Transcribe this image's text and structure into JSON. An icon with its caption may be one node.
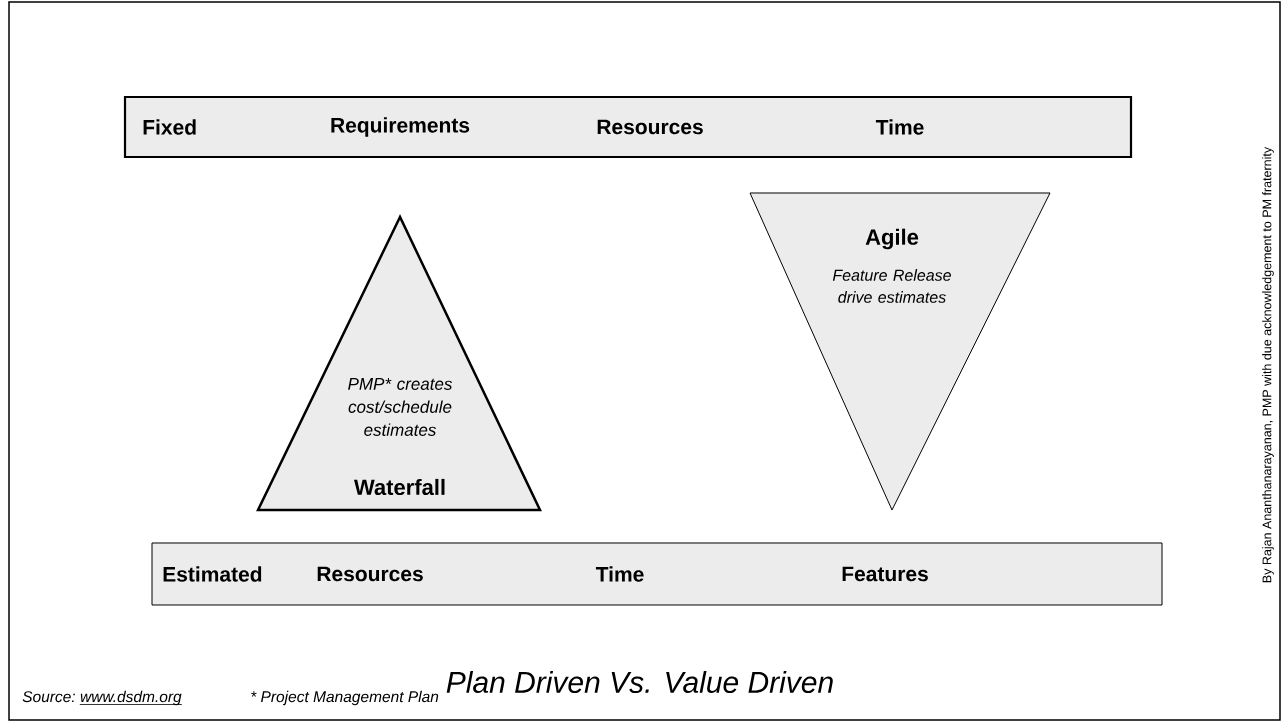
{
  "diagram": {
    "caption": "Plan Driven Vs. Value Driven",
    "nodes": [
      {
        "text": [
          "Fixed",
          "Requirements",
          "Resources",
          "Time"
        ]
      },
      {
        "text": [
          "PMP* creates cost/schedule estimates",
          "Waterfall"
        ]
      },
      {
        "text": [
          "Agile",
          "Feature Release drive estimates"
        ]
      },
      {
        "text": [
          "Estimated",
          "Resources",
          "Time",
          "Features"
        ]
      }
    ],
    "labels": [
      "Source:",
      "www.dsdm.org",
      "* Project Management Plan",
      "By Rajan Ananthanarayanan, PMP with due acknowledgement to PM fraternity"
    ]
  }
}
